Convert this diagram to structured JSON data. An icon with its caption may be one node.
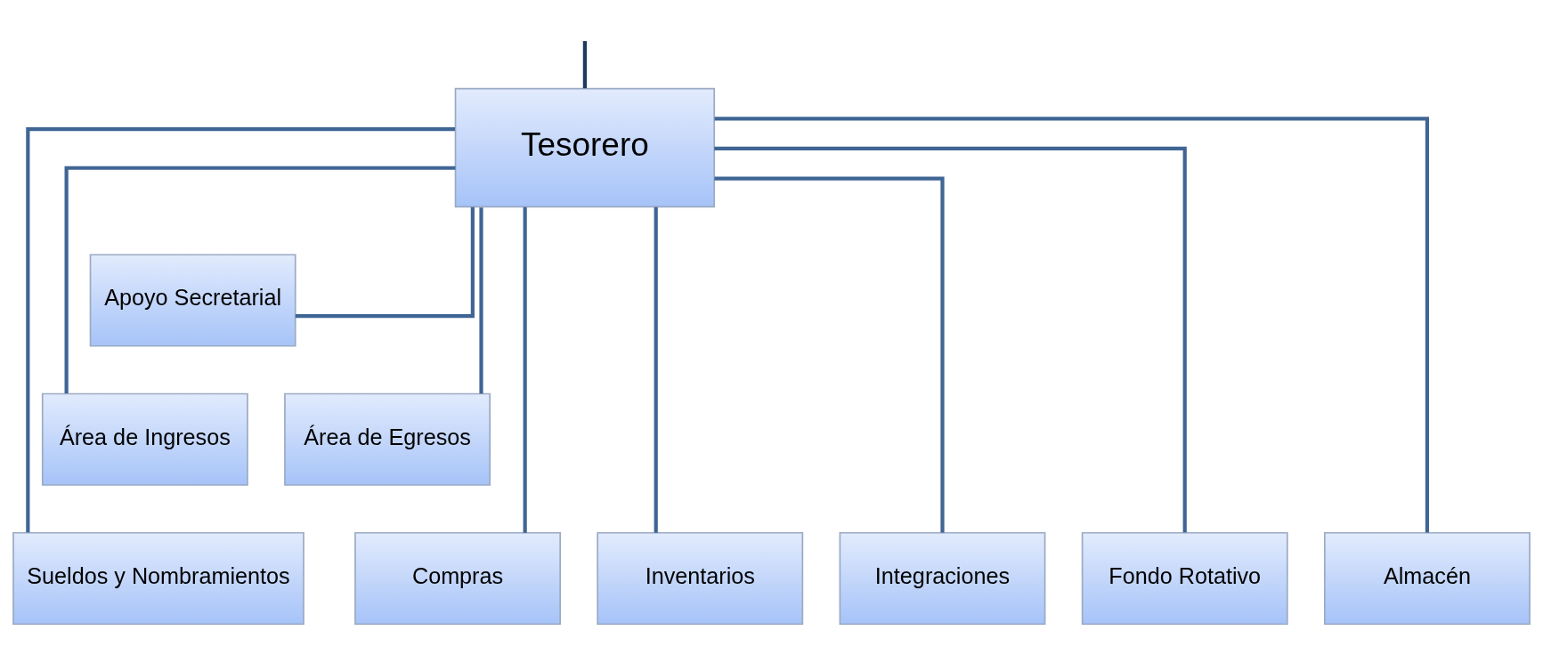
{
  "diagram": {
    "nodes": [
      {
        "text": [
          "Tesorero"
        ]
      },
      {
        "text": [
          "Apoyo Secretarial"
        ]
      },
      {
        "text": [
          "Área de Ingresos"
        ]
      },
      {
        "text": [
          "Área de Egresos"
        ]
      },
      {
        "text": [
          "Sueldos y Nombramientos"
        ]
      },
      {
        "text": [
          "Compras"
        ]
      },
      {
        "text": [
          "Inventarios"
        ]
      },
      {
        "text": [
          "Integraciones"
        ]
      },
      {
        "text": [
          "Fondo Rotativo"
        ]
      },
      {
        "text": [
          "Almacén"
        ]
      }
    ],
    "edges": [
      {
        "from": null,
        "to": 0,
        "arrow": "none",
        "color": "#1f3b5c"
      },
      {
        "from": 0,
        "to": 1,
        "arrow": "none"
      },
      {
        "from": 0,
        "to": 2,
        "arrow": "none"
      },
      {
        "from": 0,
        "to": 3,
        "arrow": "none"
      },
      {
        "from": 0,
        "to": 4,
        "arrow": "none"
      },
      {
        "from": 0,
        "to": 5,
        "arrow": "none"
      },
      {
        "from": 0,
        "to": 6,
        "arrow": "none"
      },
      {
        "from": 0,
        "to": 7,
        "arrow": "none"
      },
      {
        "from": 0,
        "to": 8,
        "arrow": "none"
      },
      {
        "from": 0,
        "to": 9,
        "arrow": "none"
      }
    ]
  }
}
